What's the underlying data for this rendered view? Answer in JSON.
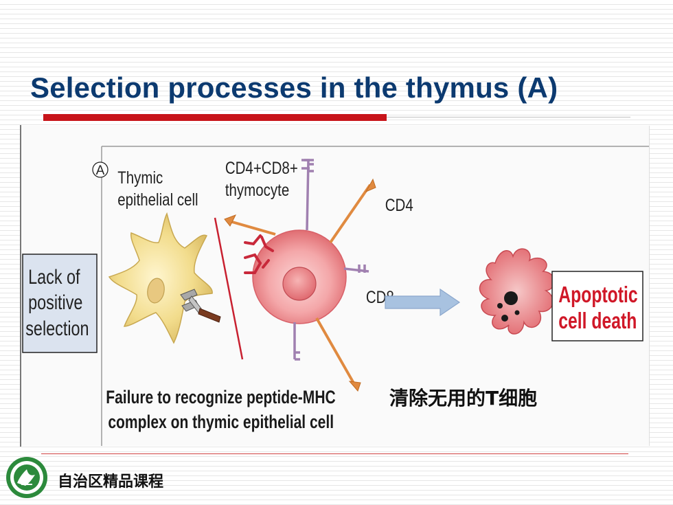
{
  "slide": {
    "title": "Selection processes in the thymus (A)",
    "footer": "自治区精品课程"
  },
  "figure": {
    "panel_letter": "A",
    "thymic_cell_line1": "Thymic",
    "thymic_cell_line2": "epithelial cell",
    "thymocyte_line1": "CD4+CD8+",
    "thymocyte_line2": "thymocyte",
    "cd4": "CD4",
    "cd8": "CD8",
    "left_box": [
      "Lack of",
      "positive",
      "selection"
    ],
    "right_box": [
      "Apoptotic",
      "cell death"
    ],
    "caption_line1": "Failure to recognize peptide-MHC",
    "caption_line2": "complex on thymic epithelial cell",
    "chinese_note": "清除无用的T细胞"
  },
  "colors": {
    "title": "#0c3a70",
    "red_bar": "#c8141a",
    "apoptotic_text": "#d01828",
    "left_box_fill": "#dbe3ef",
    "epithelial_cell": "#f2dc8c",
    "thymocyte": "#ec8a8e",
    "arrow": "#9ab4d8"
  },
  "logo_icon": "university-seal-icon"
}
